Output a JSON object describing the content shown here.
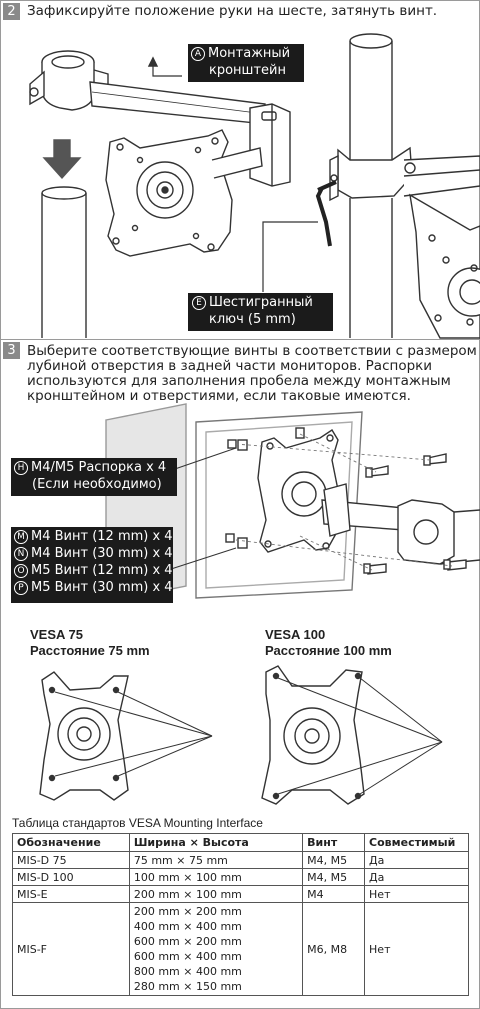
{
  "step2": {
    "number": "2",
    "text": "Зафиксируйте положение руки на шесте, затянуть винт.",
    "label_a": {
      "letter": "A",
      "lines": [
        "Монтажный",
        "кронштейн"
      ]
    },
    "label_e": {
      "letter": "E",
      "lines": [
        "Шестигранный",
        "ключ (5 mm)"
      ]
    }
  },
  "step3": {
    "number": "3",
    "lines": [
      "Выберите соответствующие винты в соответствии с размером и г",
      "лубиной отверстия в задней части мониторов. Распорки",
      "используются для заполнения пробела между монтажным",
      "кронштейном и отверстиями, если таковые имеются."
    ],
    "label_h": {
      "letter": "H",
      "lines": [
        "M4/M5 Распорка x 4",
        "(Если необходимо)"
      ]
    },
    "screws": [
      {
        "letter": "M",
        "text": "M4 Винт (12 mm) x 4"
      },
      {
        "letter": "N",
        "text": "M4 Винт (30 mm) x 4"
      },
      {
        "letter": "O",
        "text": "M5 Винт (12 mm) x 4"
      },
      {
        "letter": "P",
        "text": "M5 Винт (30 mm) x 4"
      }
    ]
  },
  "vesa75": {
    "title": "VESA 75",
    "subtitle": "Расстояние 75 mm"
  },
  "vesa100": {
    "title": "VESA 100",
    "subtitle": "Расстояние 100 mm"
  },
  "table": {
    "caption": "Таблица стандартов VESA Mounting Interface",
    "headers": [
      "Обозначение",
      "Ширина × Высота",
      "Винт",
      "Совместимый"
    ],
    "rows": [
      {
        "name": "MIS-D 75",
        "sizes": [
          "75 mm × 75 mm"
        ],
        "screw": "M4, M5",
        "compatible": "Да"
      },
      {
        "name": "MIS-D 100",
        "sizes": [
          "100 mm × 100 mm"
        ],
        "screw": "M4, M5",
        "compatible": "Да"
      },
      {
        "name": "MIS-E",
        "sizes": [
          "200 mm × 100 mm"
        ],
        "screw": "M4",
        "compatible": "Нет"
      },
      {
        "name": "MIS-F",
        "sizes": [
          "200 mm × 200 mm",
          "400 mm × 400 mm",
          "600 mm × 200 mm",
          "600 mm × 400 mm",
          "800 mm × 400 mm",
          "280 mm × 150 mm"
        ],
        "screw": "M6, M8",
        "compatible": "Нет"
      }
    ]
  }
}
